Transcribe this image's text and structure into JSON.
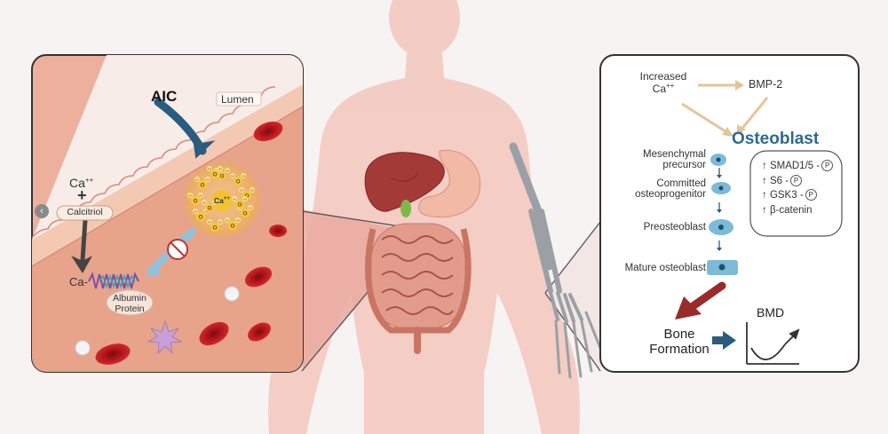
{
  "left_panel": {
    "aic_label": "AIC",
    "lumen_label": "Lumen",
    "ca_label": "Ca",
    "ca_superscript": "++",
    "plus_sign": "+",
    "calcitriol_label": "Calcitriol",
    "ca_bound_label": "Ca-",
    "albumin_label": "Albumin",
    "protein_label": "Protein",
    "complex_ca_label": "Ca",
    "complex_ca_superscript": "++",
    "h_atom": "H",
    "o_atom": "O"
  },
  "right_panel": {
    "increased_label": "Increased",
    "increased_ca_label": "Ca",
    "increased_ca_superscript": "++",
    "bmp_label": "BMP-2",
    "osteoblast_title": "Osteoblast",
    "stages": [
      {
        "line1": "Mesenchymal",
        "line2": "precursor"
      },
      {
        "line1": "Committed",
        "line2": "osteoprogenitor"
      },
      {
        "line1": "Preosteoblast",
        "line2": ""
      },
      {
        "line1": "Mature osteoblast",
        "line2": ""
      }
    ],
    "markers": [
      {
        "text": "↑ SMAD1/5 -",
        "phospho": "P"
      },
      {
        "text": "↑ S6 -",
        "phospho": "P"
      },
      {
        "text": "↑ GSK3 -",
        "phospho": "P"
      },
      {
        "text": "↑ β-catenin",
        "phospho": ""
      }
    ],
    "bone_label": "Bone",
    "formation_label": "Formation",
    "bmd_label": "BMD"
  },
  "colors": {
    "background": "#f7f3f2",
    "tissue": "#e8a48b",
    "vessel_wall": "#f4c9b4",
    "osteoblast_title": "#2e6a8c",
    "cell": "#7dbad8",
    "arrow_beige": "#e7c497",
    "arrow_dark_red": "#9b2b2b",
    "arrow_blue": "#2a5c80",
    "red_blood_cell": "#b5161e"
  },
  "icons": {
    "nav_left": "‹"
  }
}
